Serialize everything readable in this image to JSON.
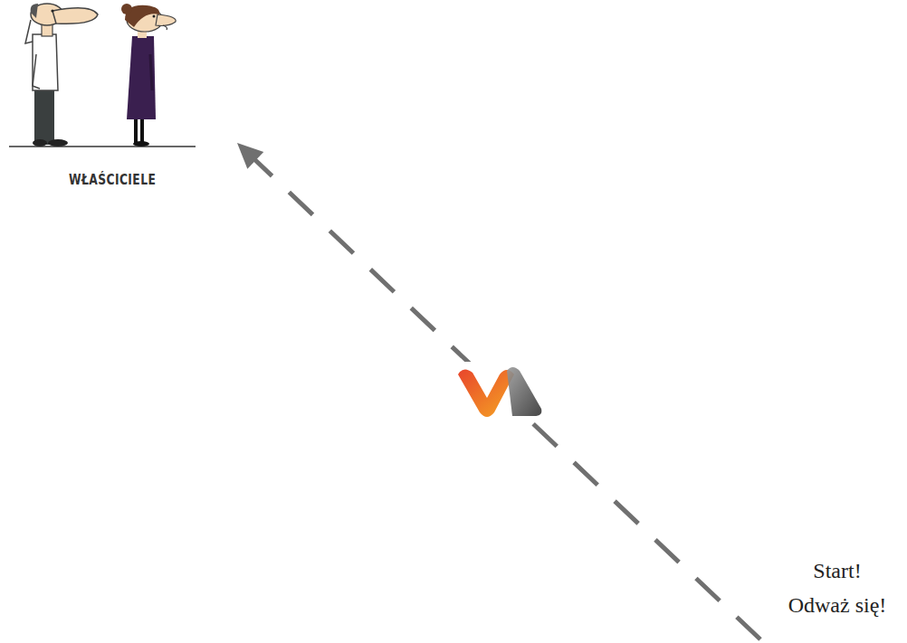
{
  "diagram": {
    "nodes": [
      {
        "text": [
          "WŁAŚCICIELE"
        ]
      },
      {
        "text": [
          "Start! Odważ się!"
        ]
      }
    ],
    "edges": [
      {
        "from": 1,
        "to": 0,
        "arrow": "to"
      }
    ]
  }
}
